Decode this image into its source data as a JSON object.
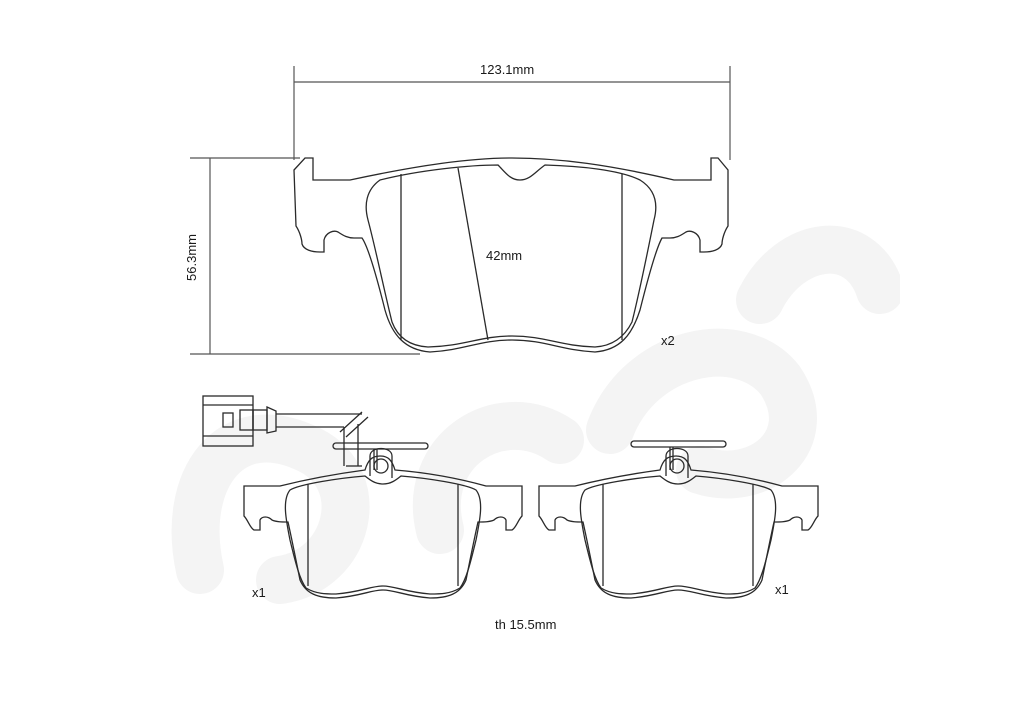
{
  "diagram": {
    "subject": "brake pad set technical drawing",
    "watermark": "brembo",
    "colors": {
      "line": "#2a2a2a",
      "dimension_line": "#555555",
      "background": "#ffffff",
      "watermark": "#f6f6f6"
    },
    "dimensions": {
      "width_label": "123.1mm",
      "height_label": "56.3mm",
      "friction_height_label": "42mm",
      "thickness_label": "th 15.5mm"
    },
    "quantities": {
      "front_pad": "x2",
      "rear_left_pad": "x1",
      "rear_right_pad": "x1"
    },
    "parts": [
      {
        "name": "large brake pad",
        "quantity": "x2"
      },
      {
        "name": "brake pad with wear sensor",
        "quantity": "x1"
      },
      {
        "name": "brake pad with clip",
        "quantity": "x1"
      }
    ]
  }
}
